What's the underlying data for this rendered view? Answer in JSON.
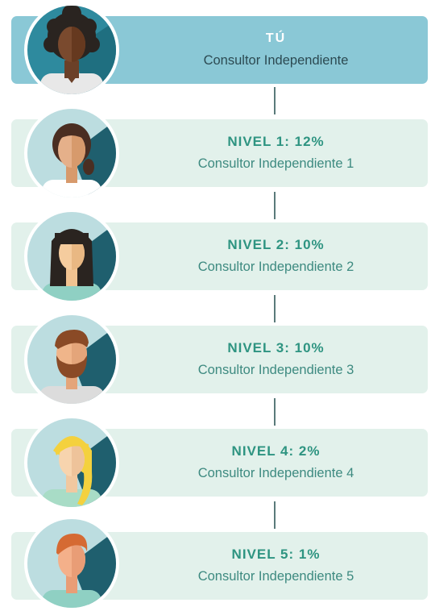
{
  "colors": {
    "top_card": "#8ac8d6",
    "level_card": "#e2f1eb",
    "title_green": "#2e9481",
    "subtitle_green": "#3d8a80",
    "connector": "#5a7a7a"
  },
  "top": {
    "title": "TÚ",
    "subtitle": "Consultor Independiente",
    "avatar": "woman-curly-hair-avatar"
  },
  "levels": [
    {
      "title": "NIVEL 1: 12%",
      "subtitle": "Consultor Independiente 1",
      "avatar": "woman-ponytail-avatar"
    },
    {
      "title": "NIVEL 2: 10%",
      "subtitle": "Consultor Independiente 2",
      "avatar": "woman-long-hair-avatar"
    },
    {
      "title": "NIVEL 3: 10%",
      "subtitle": "Consultor Independiente 3",
      "avatar": "man-beard-avatar"
    },
    {
      "title": "NIVEL 4: 2%",
      "subtitle": "Consultor Independiente 4",
      "avatar": "woman-blonde-avatar"
    },
    {
      "title": "NIVEL 5: 1%",
      "subtitle": "Consultor Independiente 5",
      "avatar": "man-redhead-avatar"
    }
  ]
}
